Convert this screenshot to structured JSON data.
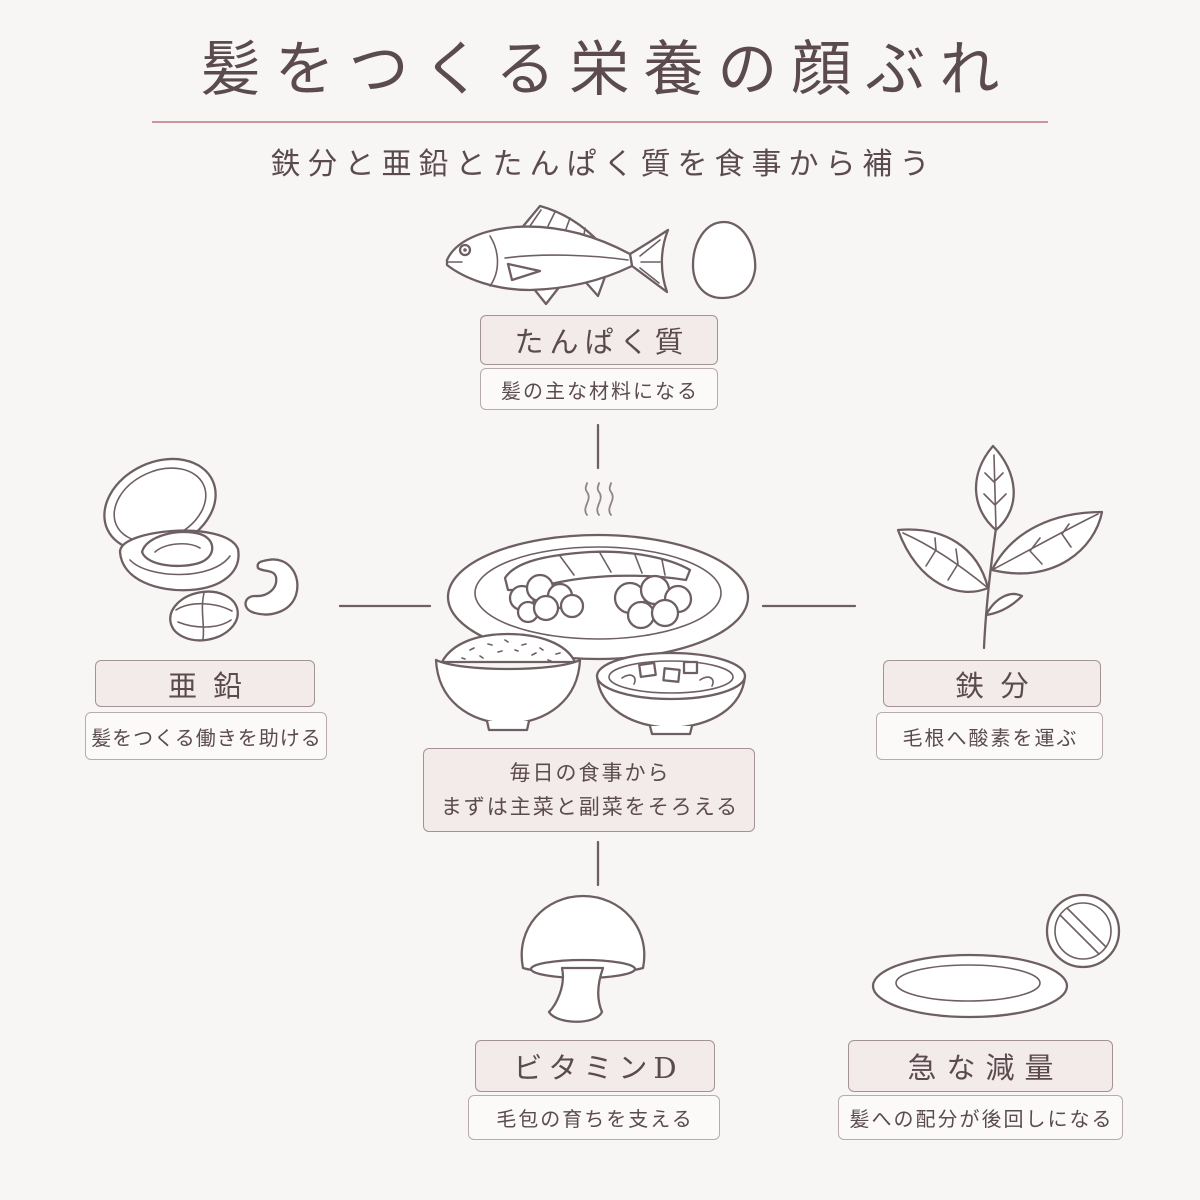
{
  "title": "髪をつくる栄養の顔ぶれ",
  "subtitle": "鉄分と亜鉛とたんぱく質を食事から補う",
  "colors": {
    "background": "#f7f6f4",
    "line_art": "#6e5f63",
    "title_rule": "#c9959f",
    "label_fill": "#f3eaea",
    "description_fill": "#fbfaf9",
    "text": "#5b4b4f"
  },
  "protein": {
    "label": "たんぱく質",
    "description": "髪の主な材料になる",
    "icons": [
      "fish-icon",
      "egg-icon"
    ]
  },
  "zinc": {
    "label": "亜鉛",
    "description": "髪をつくる働きを助ける",
    "icons": [
      "clam-icon",
      "walnut-icon",
      "cashew-icon"
    ]
  },
  "iron": {
    "label": "鉄分",
    "description": "毛根へ酸素を運ぶ",
    "icons": [
      "leaves-icon"
    ]
  },
  "center": {
    "lines": [
      "毎日の食事から",
      "まずは主菜と副菜をそろえる"
    ],
    "icons": [
      "steam-icon",
      "main-dish-plate-icon",
      "rice-bowl-icon",
      "soup-bowl-icon"
    ]
  },
  "vitamin_d": {
    "label": "ビタミンD",
    "description": "毛包の育ちを支える",
    "icons": [
      "mushroom-icon"
    ]
  },
  "crash_diet": {
    "label": "急な減量",
    "description": "髪への配分が後回しになる",
    "icons": [
      "empty-plate-icon",
      "prohibition-icon"
    ]
  }
}
